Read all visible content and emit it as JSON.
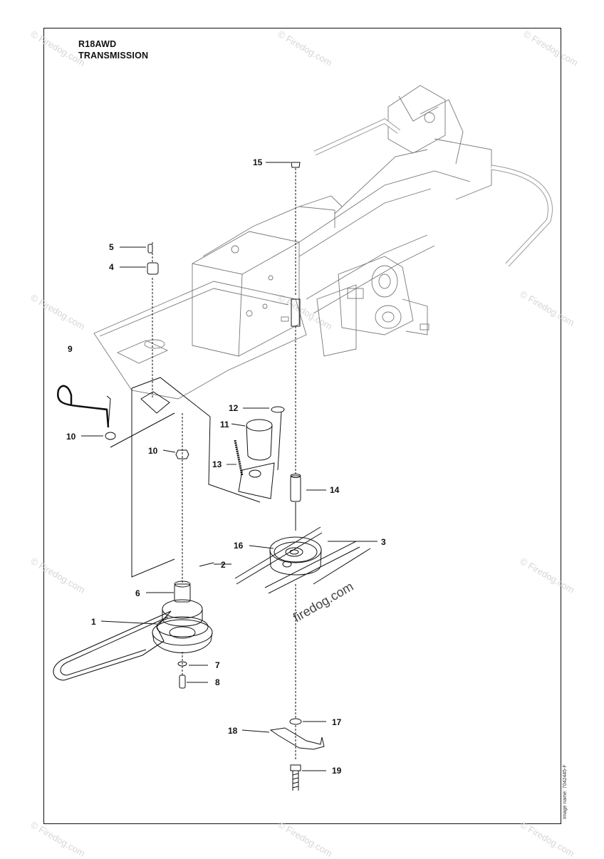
{
  "title": {
    "model": "R18AWD",
    "section": "TRANSMISSION"
  },
  "watermark": {
    "text": "© Firedog.com",
    "center_text": "firedog.com"
  },
  "image_name": "Image name: 7042445-F",
  "callouts": {
    "c1": "1",
    "c2": "2",
    "c3": "3",
    "c4": "4",
    "c5": "5",
    "c6": "6",
    "c7": "7",
    "c8": "8",
    "c9": "9",
    "c10a": "10",
    "c10b": "10",
    "c11": "11",
    "c12": "12",
    "c13": "13",
    "c14": "14",
    "c15": "15",
    "c16": "16",
    "c17": "17",
    "c18": "18",
    "c19": "19"
  },
  "colors": {
    "line": "#111111",
    "watermark": "#d6d6d6"
  }
}
